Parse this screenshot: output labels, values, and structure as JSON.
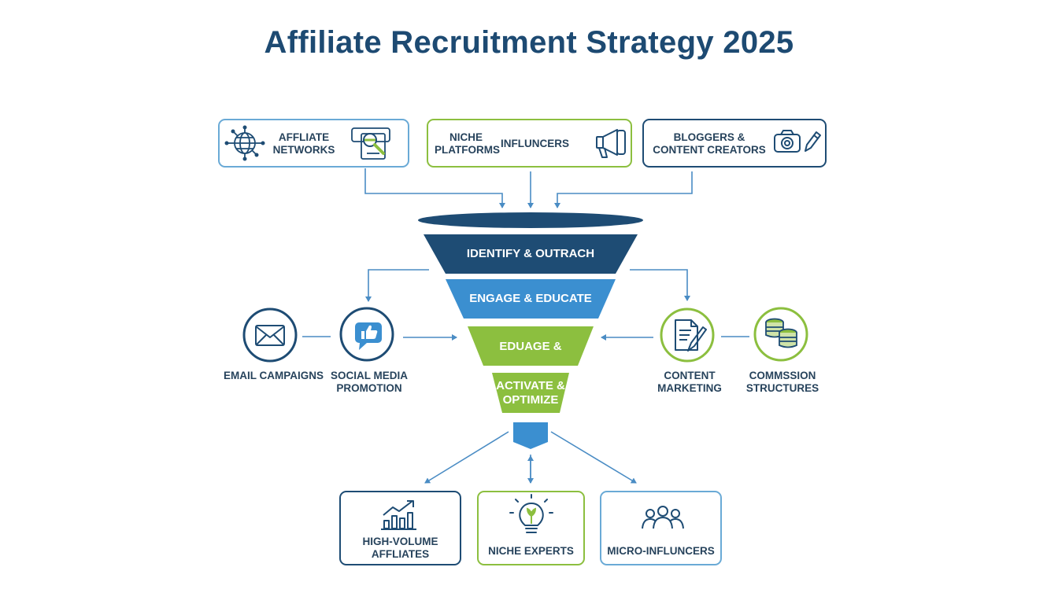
{
  "title": "Affiliate Recruitment Strategy 2025",
  "colors": {
    "navy": "#1e4c74",
    "blue": "#3b8fd0",
    "green": "#8cbf3f",
    "line": "#4a8cc4",
    "text": "#27435c"
  },
  "sources": {
    "affiliate_networks": {
      "line1": "AFFLIATE",
      "line2": "NETWORKS",
      "icons": [
        "network-globe-icon",
        "search-profile-icon"
      ]
    },
    "niche": {
      "label_a1": "NICHE",
      "label_a2": "PLATFORMS",
      "label_b": "INFLUNCERS",
      "icons": [
        "megaphone-icon"
      ]
    },
    "bloggers": {
      "line1": "BLOGGERS &",
      "line2": "CONTENT CREATORS",
      "icons": [
        "camera-icon",
        "pencil-icon"
      ]
    }
  },
  "funnel": {
    "tiers": [
      {
        "label": "IDENTIFY & OUTRACH"
      },
      {
        "label": "ENGAGE & EDUCATE"
      },
      {
        "label": "EDUAGE &"
      },
      {
        "line1": "ACTIVATE &",
        "line2": "OPTIMIZE"
      }
    ]
  },
  "channels": {
    "email": {
      "line1": "EMAIL CAMPAIGNS",
      "icon": "envelope-icon"
    },
    "social": {
      "line1": "SOCIAL MEDIA",
      "line2": "PROMOTION",
      "icon": "thumbs-up-icon"
    },
    "content": {
      "line1": "CONTENT",
      "line2": "MARKETING",
      "icon": "document-pen-icon"
    },
    "commission": {
      "line1": "COMMSSION",
      "line2": "STRUCTURES",
      "icon": "coins-icon"
    }
  },
  "outcomes": {
    "high_volume": {
      "line1": "HIGH-VOLUME",
      "line2": "AFFLIATES",
      "icon": "growth-chart-icon"
    },
    "niche_experts": {
      "line1": "NICHE EXPERTS",
      "icon": "lightbulb-icon"
    },
    "micro_influencers": {
      "line1": "MICRO-INFLUNCERS",
      "icon": "people-group-icon"
    }
  }
}
